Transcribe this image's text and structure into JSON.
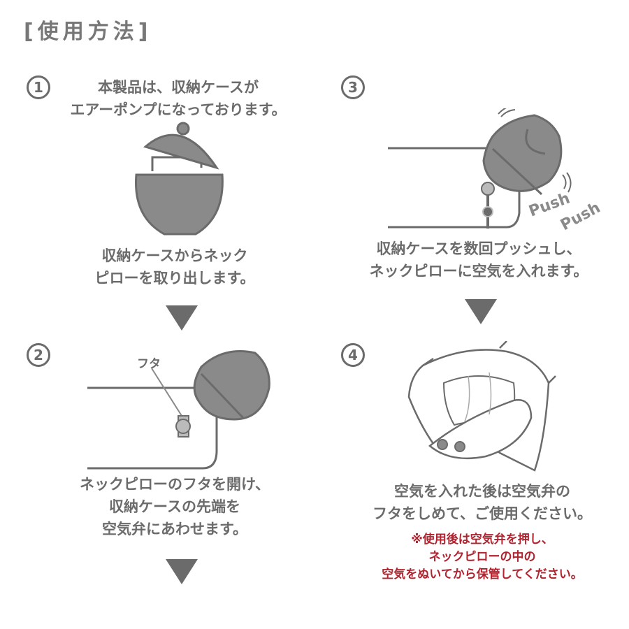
{
  "title": "[使用方法]",
  "colors": {
    "text": "#6b6b6b",
    "fill": "#8a8a8a",
    "warning": "#b0232f"
  },
  "steps": [
    {
      "number": "1",
      "intro": [
        "本製品は、収納ケースが",
        "エアーポンプになっております。"
      ],
      "caption": [
        "収納ケースからネック",
        "ピローを取り出します。"
      ]
    },
    {
      "number": "2",
      "label": "フタ",
      "caption": [
        "ネックピローのフタを開け、",
        "収納ケースの先端を",
        "空気弁にあわせます。"
      ]
    },
    {
      "number": "3",
      "push": [
        "Push",
        "Push"
      ],
      "caption": [
        "収納ケースを数回プッシュし、",
        "ネックピローに空気を入れます。"
      ]
    },
    {
      "number": "4",
      "caption": [
        "空気を入れた後は空気弁の",
        "フタをしめて、ご使用ください。"
      ],
      "warning": [
        "※使用後は空気弁を押し、",
        "ネックピローの中の",
        "空気をぬいてから保管してください。"
      ]
    }
  ]
}
